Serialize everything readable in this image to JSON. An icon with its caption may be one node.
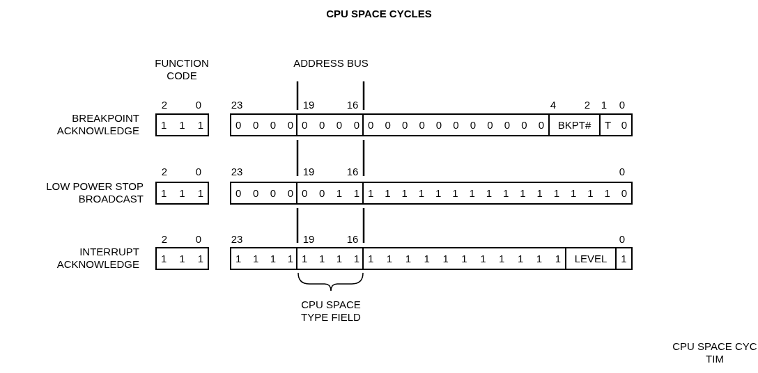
{
  "diagram": {
    "title": "CPU SPACE CYCLES",
    "nodes": [
      {
        "text": [
          "1 1 1"
        ]
      },
      {
        "text": [
          "0 0 0 0"
        ]
      },
      {
        "text": [
          "0 0 0 0"
        ]
      },
      {
        "text": [
          "0 0 0 0 0 0 0 0 0 0 0"
        ]
      },
      {
        "text": [
          "BKPT#"
        ]
      },
      {
        "text": [
          "T 0"
        ]
      },
      {
        "text": [
          "1 1 1"
        ]
      },
      {
        "text": [
          "0 0 0 0"
        ]
      },
      {
        "text": [
          "0 0 1 1"
        ]
      },
      {
        "text": [
          "1 1 1 1 1 1 1 1 1 1 1 1 1 1 1 0"
        ]
      },
      {
        "text": [
          "1 1 1"
        ]
      },
      {
        "text": [
          "1 1 1 1"
        ]
      },
      {
        "text": [
          "1 1 1 1"
        ]
      },
      {
        "text": [
          "1 1 1 1 1 1 1 1 1 1 1"
        ]
      },
      {
        "text": [
          "LEVEL"
        ]
      },
      {
        "text": [
          "1"
        ]
      }
    ],
    "labels": [
      "FUNCTION CODE",
      "ADDRESS BUS",
      "2",
      "0",
      "23",
      "19",
      "16",
      "4",
      "2",
      "1",
      "0",
      "BREAKPOINT ACKNOWLEDGE",
      "2",
      "0",
      "23",
      "19",
      "16",
      "0",
      "LOW POWER STOP BROADCAST",
      "2",
      "0",
      "23",
      "19",
      "16",
      "0",
      "INTERRUPT ACKNOWLEDGE",
      "CPU SPACE TYPE FIELD",
      "CPU SPACE CYC TIM"
    ]
  }
}
